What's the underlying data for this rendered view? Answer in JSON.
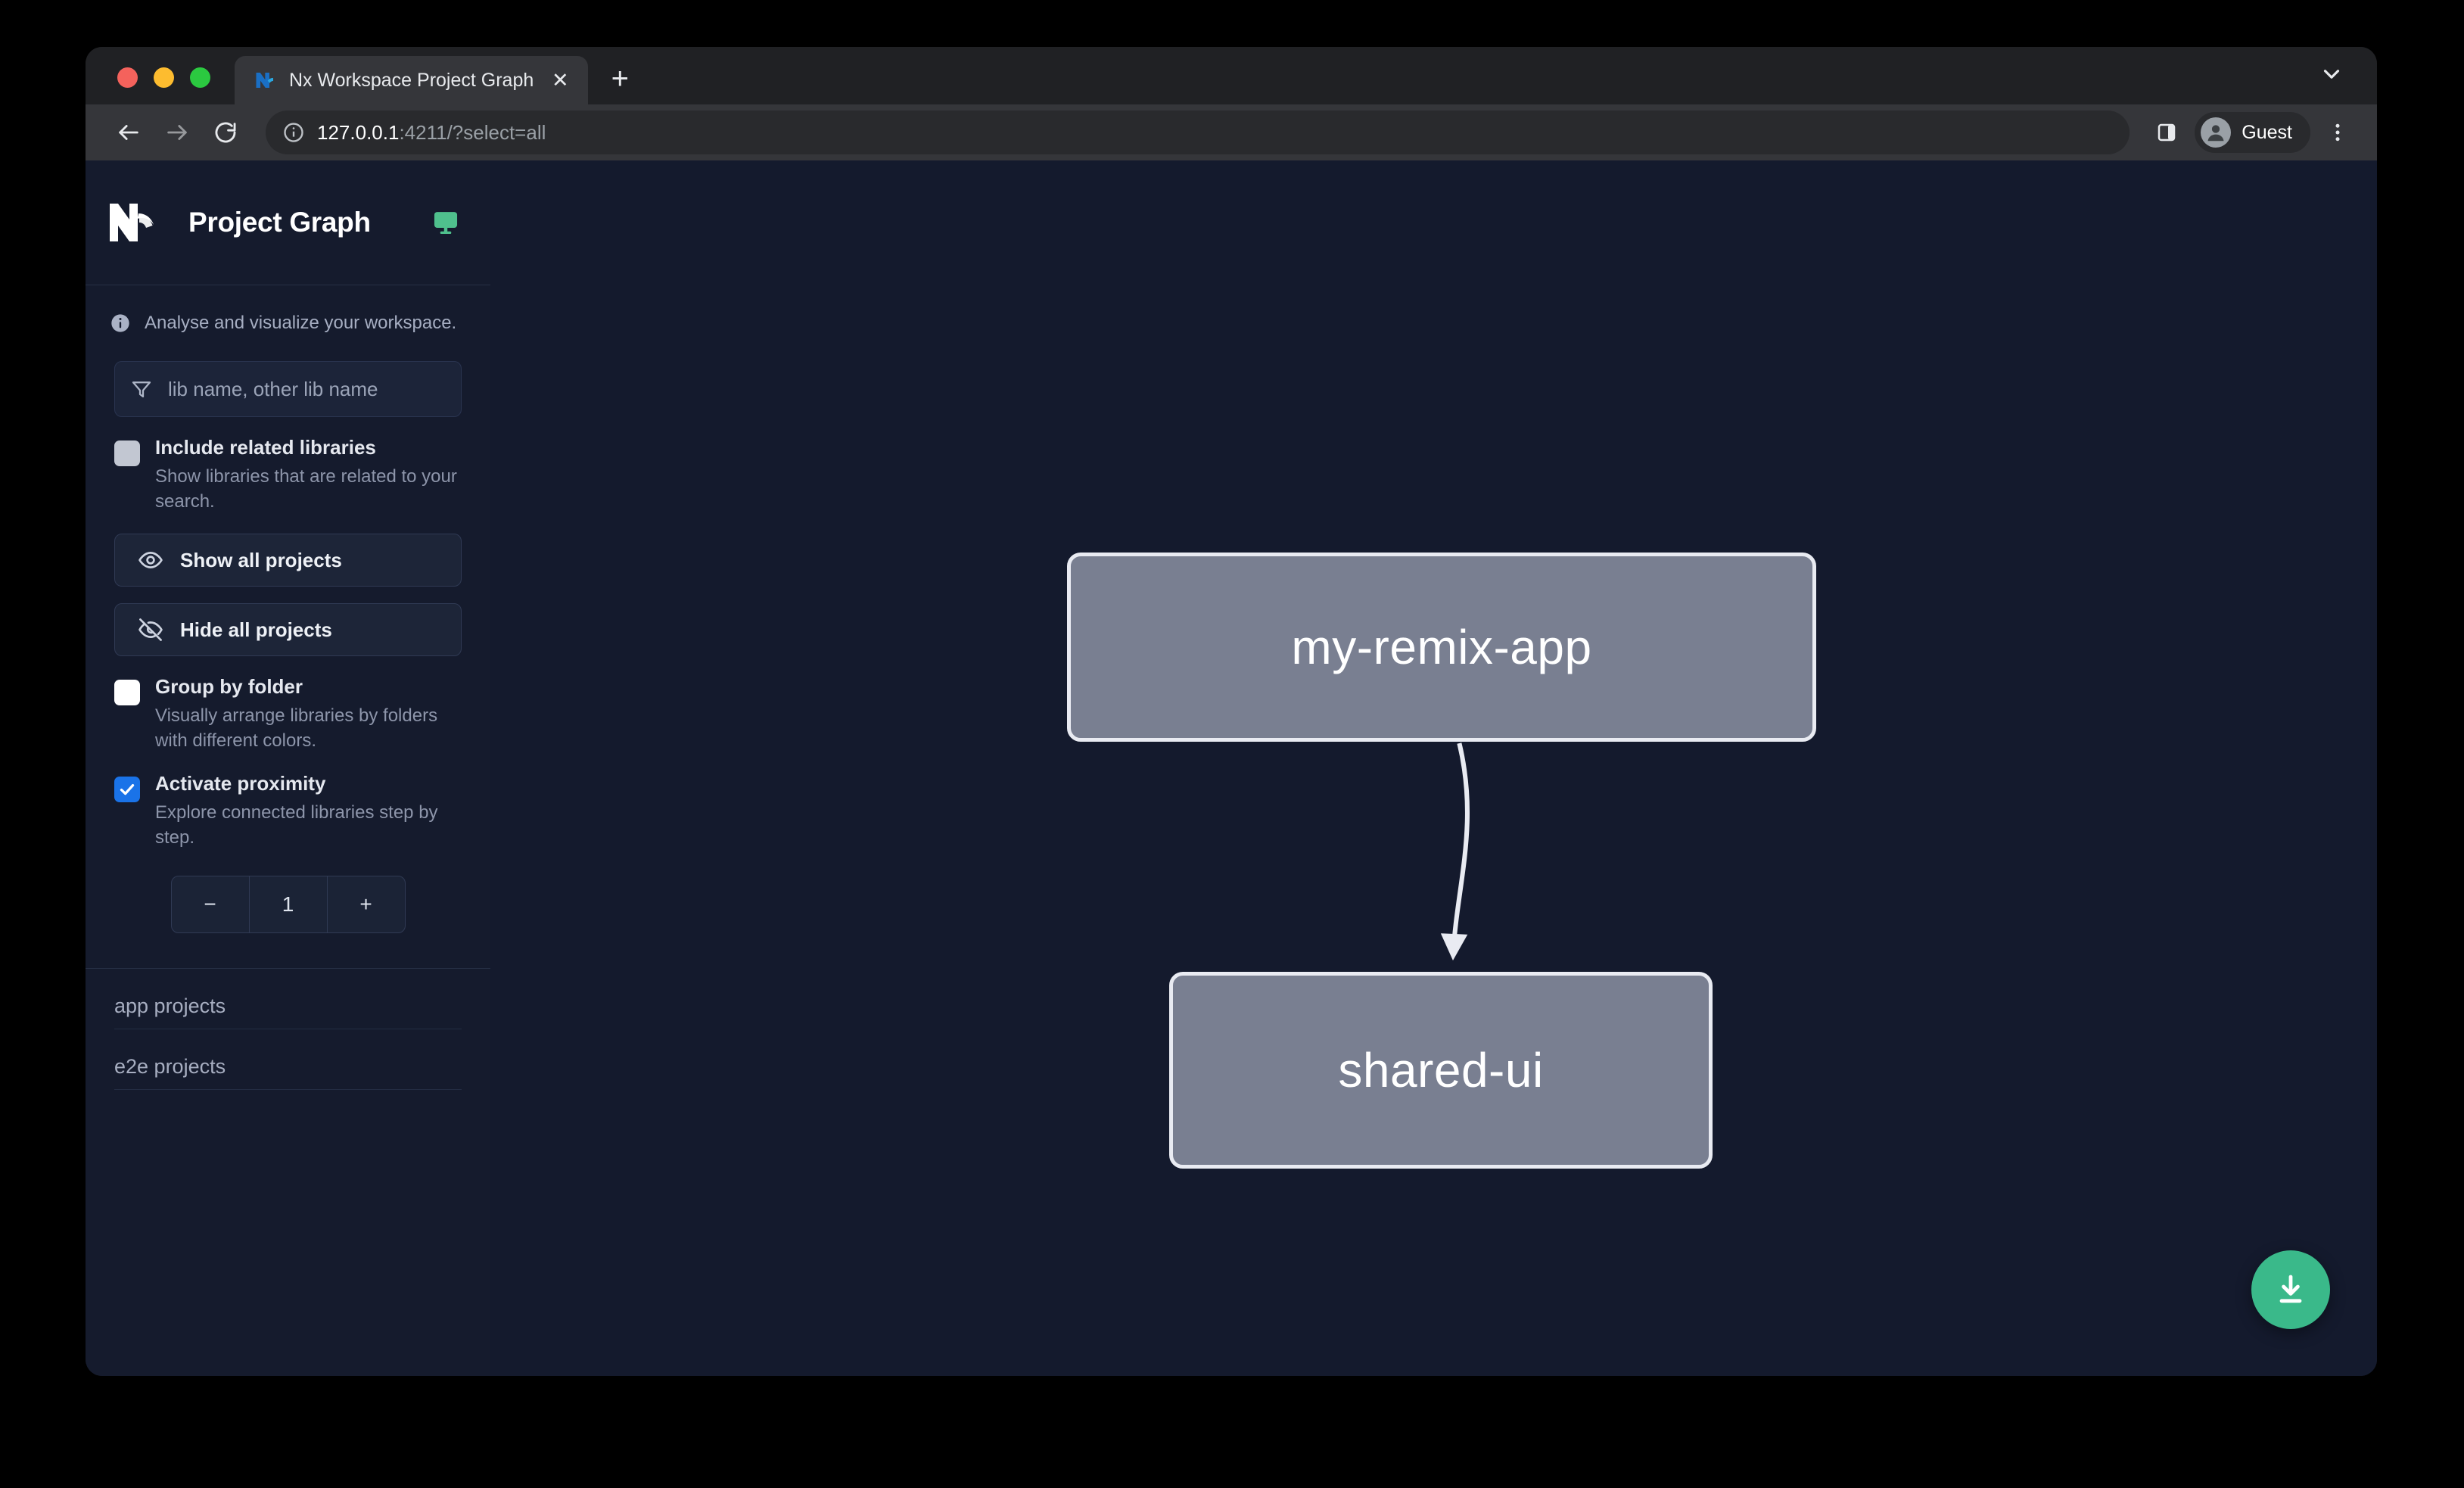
{
  "browser": {
    "tab": {
      "title": "Nx Workspace Project Graph",
      "favicon_name": "nx-favicon",
      "close_label": "✕"
    },
    "new_tab_label": "+",
    "toolbar": {
      "back_label": "←",
      "forward_label": "→",
      "reload_label": "↻",
      "url_host": "127.0.0.1",
      "url_rest": ":4211/?select=all",
      "profile_label": "Guest"
    }
  },
  "sidebar": {
    "brand_title": "Project Graph",
    "info_text": "Analyse and visualize your workspace.",
    "search": {
      "placeholder": "lib name, other lib name"
    },
    "options": [
      {
        "label": "Include related libraries",
        "desc": "Show libraries that are related to your search.",
        "checked": false
      },
      {
        "label": "Group by folder",
        "desc": "Visually arrange libraries by folders with different colors.",
        "checked": false
      },
      {
        "label": "Activate proximity",
        "desc": "Explore connected libraries step by step.",
        "checked": true
      }
    ],
    "actions": [
      {
        "label": "Show all projects",
        "icon": "eye-icon"
      },
      {
        "label": "Hide all projects",
        "icon": "eye-off-icon"
      }
    ],
    "stepper": {
      "minus_label": "−",
      "value": "1",
      "plus_label": "+"
    },
    "project_groups": [
      {
        "label": "app projects"
      },
      {
        "label": "e2e projects"
      }
    ]
  },
  "graph": {
    "nodes": [
      {
        "id": "my-remix-app",
        "label": "my-remix-app"
      },
      {
        "id": "shared-ui",
        "label": "shared-ui"
      }
    ],
    "edges": [
      {
        "from": "my-remix-app",
        "to": "shared-ui"
      }
    ],
    "download_button": {
      "icon": "download-icon"
    }
  },
  "colors": {
    "accent_green": "#3ab98a",
    "checkbox_checked": "#1a73e8",
    "canvas_bg": "#141a2d",
    "sidebar_bg": "#151b2d",
    "node_fill": "#797f91",
    "node_border": "#e9ebf2"
  }
}
